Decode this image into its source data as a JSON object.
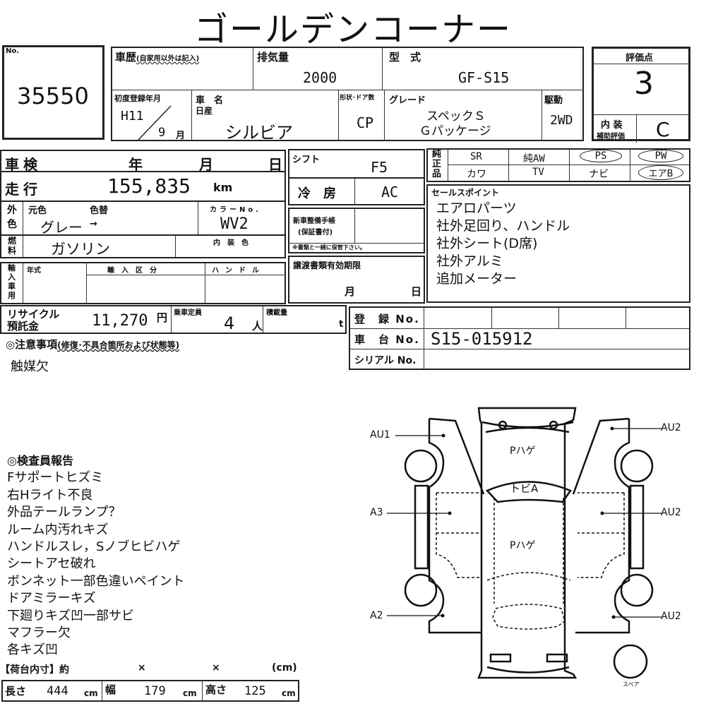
{
  "title": "ゴールデンコーナー",
  "lot": {
    "label": "No.",
    "number": "35550"
  },
  "header": {
    "history_label": "車歴",
    "history_note": "(自家用以外は記入)",
    "displacement_label": "排気量",
    "displacement": "2000",
    "model_label": "型　式",
    "model": "GF-S15",
    "first_reg_label": "初度登録年月",
    "first_reg_year": "H11",
    "first_reg_month": "9",
    "month_unit": "月",
    "name_label": "車　名",
    "maker": "日産",
    "car_name": "シルビア",
    "body_label": "形状･ドア数",
    "body": "CP",
    "grade_label": "グレード",
    "grade_line1": "スペックＳ",
    "grade_line2": "Ｇパッケージ",
    "drive_label": "駆動",
    "drive": "2WD"
  },
  "score": {
    "label": "評価点",
    "value": "3",
    "interior_label_1": "内 装",
    "interior_label_2": "補助評価",
    "interior": "C"
  },
  "inspection": {
    "label": "車検",
    "year": "年",
    "month": "月",
    "day": "日"
  },
  "mileage": {
    "label": "走行",
    "value": "155,835",
    "unit": "km"
  },
  "color": {
    "side_label": "外色",
    "original_label": "元色",
    "change_label": "色替",
    "original": "グレー",
    "change": "→",
    "code_label": "カラーNo.",
    "code": "WV2"
  },
  "fuel": {
    "side_label": "燃料",
    "value": "ガソリン",
    "interior_color_label": "内装色"
  },
  "import": {
    "side_label": "輸入車用",
    "year_label": "年式",
    "class_label": "輸入区分",
    "handle_label": "ハンドル"
  },
  "shift": {
    "label": "シフト",
    "value": "F5"
  },
  "ac": {
    "label": "冷　房",
    "value": "AC"
  },
  "manual": {
    "label1": "新車整備手帳",
    "label2": "(保証書付)",
    "note": "※書類と一緒に保管下さい。"
  },
  "transfer": {
    "label": "譲渡書類有効期限",
    "month": "月",
    "day": "日"
  },
  "options": {
    "side_label": "純正品",
    "row1": [
      "SR",
      "純AW",
      "PS",
      "PW"
    ],
    "row2": [
      "カワ",
      "TV",
      "ナビ",
      "エアB"
    ]
  },
  "sales_points": {
    "label": "セールスポイント",
    "items": [
      "エアロパーツ",
      "社外足回り、ハンドル",
      "社外シート(D席)",
      "社外アルミ",
      "追加メーター"
    ]
  },
  "recycle": {
    "label1": "リサイクル",
    "label2": "預託金",
    "value": "11,270",
    "unit": "円"
  },
  "capacity": {
    "label": "乗車定員",
    "value": "4",
    "unit": "人"
  },
  "load": {
    "label": "積載量",
    "unit": "t"
  },
  "registration": {
    "reg_label": "登　録 No.",
    "chassis_label": "車　台 No.",
    "serial_label": "シリアル No.",
    "chassis": "S15-015912"
  },
  "notes": {
    "label": "◎注意事項",
    "sub": "(修復･不具合箇所および状態等)",
    "text": "触媒欠"
  },
  "report": {
    "label": "◎検査員報告",
    "items": [
      "Fサポートヒズミ",
      "右Hライト不良",
      "外品テールランプ？",
      "ルーム内汚れキズ",
      "ハンドルスレ，Sノブヒビハゲ",
      "シートアセ破れ",
      "ボンネット一部色違いペイント",
      "ドアミラーキズ",
      "下廻りキズ凹一部サビ",
      "マフラー欠",
      "各キズ凹"
    ]
  },
  "cargo": {
    "label": "【荷台内寸】約",
    "x1": "×",
    "x2": "×",
    "unit_label": "(cm)",
    "length_label": "長さ",
    "length": "444",
    "width_label": "幅",
    "width": "179",
    "height_label": "高さ",
    "height": "125",
    "unit": "cm"
  },
  "diagram": {
    "marks": [
      "AU1",
      "A3",
      "A2",
      "AU2",
      "AU2",
      "AU2"
    ],
    "roof": "Pハゲ",
    "windshield": "トビA",
    "hood": "Pハゲ",
    "spare": "スペア"
  }
}
